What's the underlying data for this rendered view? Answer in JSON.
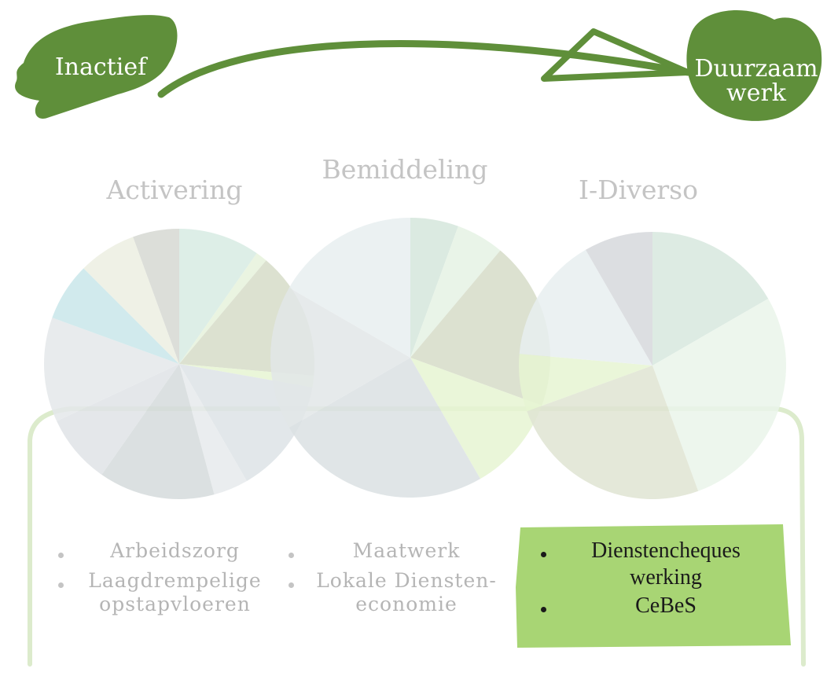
{
  "flow": {
    "start_label": "Inactief",
    "end_label_line1": "Duurzaam",
    "end_label_line2": "werk"
  },
  "columns": [
    {
      "title": "Activering",
      "items": [
        {
          "text_lines": [
            "Arbeidszorg"
          ]
        },
        {
          "text_lines": [
            "Laagdrempelige",
            "opstapvloeren"
          ]
        }
      ]
    },
    {
      "title": "Bemiddeling",
      "items": [
        {
          "text_lines": [
            "Maatwerk"
          ]
        },
        {
          "text_lines": [
            "Lokale Diensten-",
            "economie"
          ]
        }
      ]
    },
    {
      "title": "I-Diverso",
      "items": [
        {
          "text_lines": [
            "Dienstencheques",
            "werking"
          ]
        },
        {
          "text_lines": [
            "CeBeS"
          ]
        }
      ]
    }
  ],
  "colors": {
    "brand_green": "#5f8f3a",
    "highlight_green": "#a8d574",
    "frame_green": "#d4e8c0",
    "muted_text": "#b5b5b5",
    "title_text": "#c4c4c4"
  },
  "icons": [
    "leaf-blob-shape",
    "curved-arrow",
    "pie-circle",
    "bullet-dot"
  ],
  "highlighted_column": "I-Diverso"
}
